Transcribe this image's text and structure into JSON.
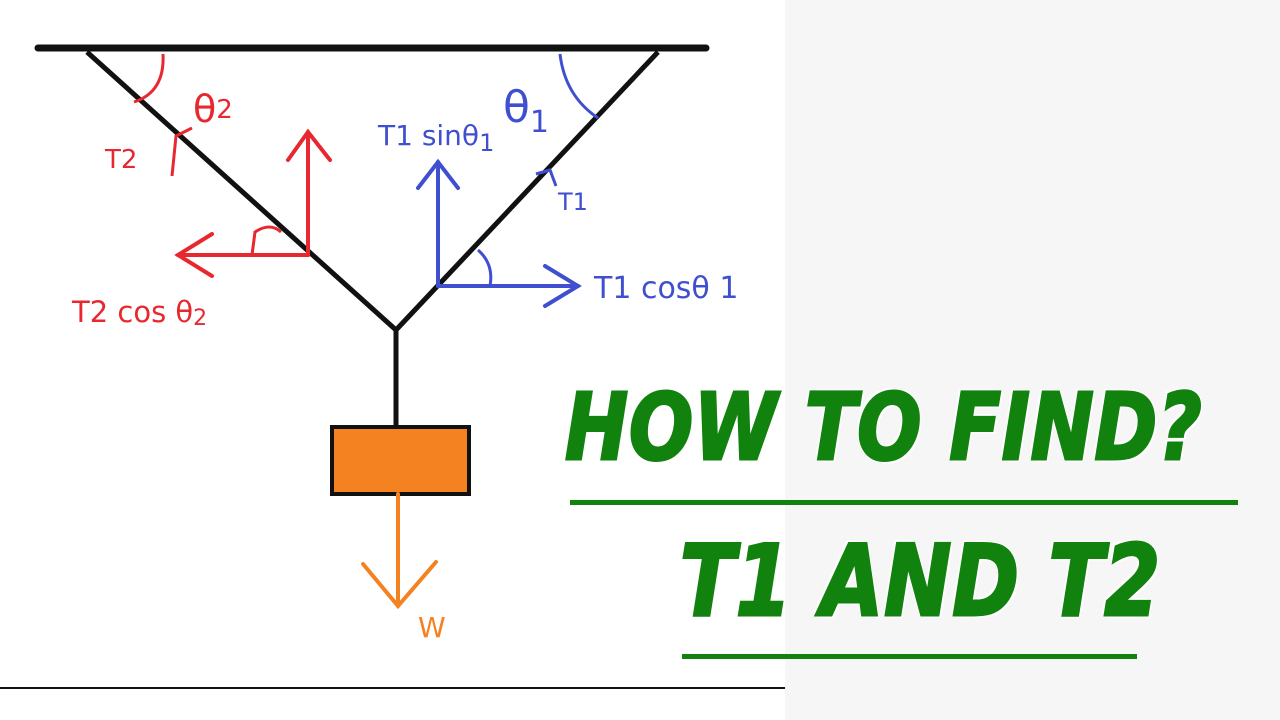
{
  "diagram": {
    "theta1": "θ",
    "theta1_sub": "1",
    "theta2": "θ",
    "theta2_sub": "2",
    "t2": "T2",
    "t1": "T1",
    "t1_sin": "T1 sinθ",
    "t1_sin_sub": "1",
    "t1_cos": "T1 cosθ 1",
    "t2_cos": "T2 cos θ",
    "t2_cos_sub": "2",
    "weight": "W"
  },
  "headline": {
    "line1": "HOW TO FIND?",
    "line2": "T1 AND T2"
  },
  "colors": {
    "red": "#e8282f",
    "blue": "#3f4fd0",
    "orange": "#f58220",
    "green": "#12820f",
    "black": "#111111"
  }
}
